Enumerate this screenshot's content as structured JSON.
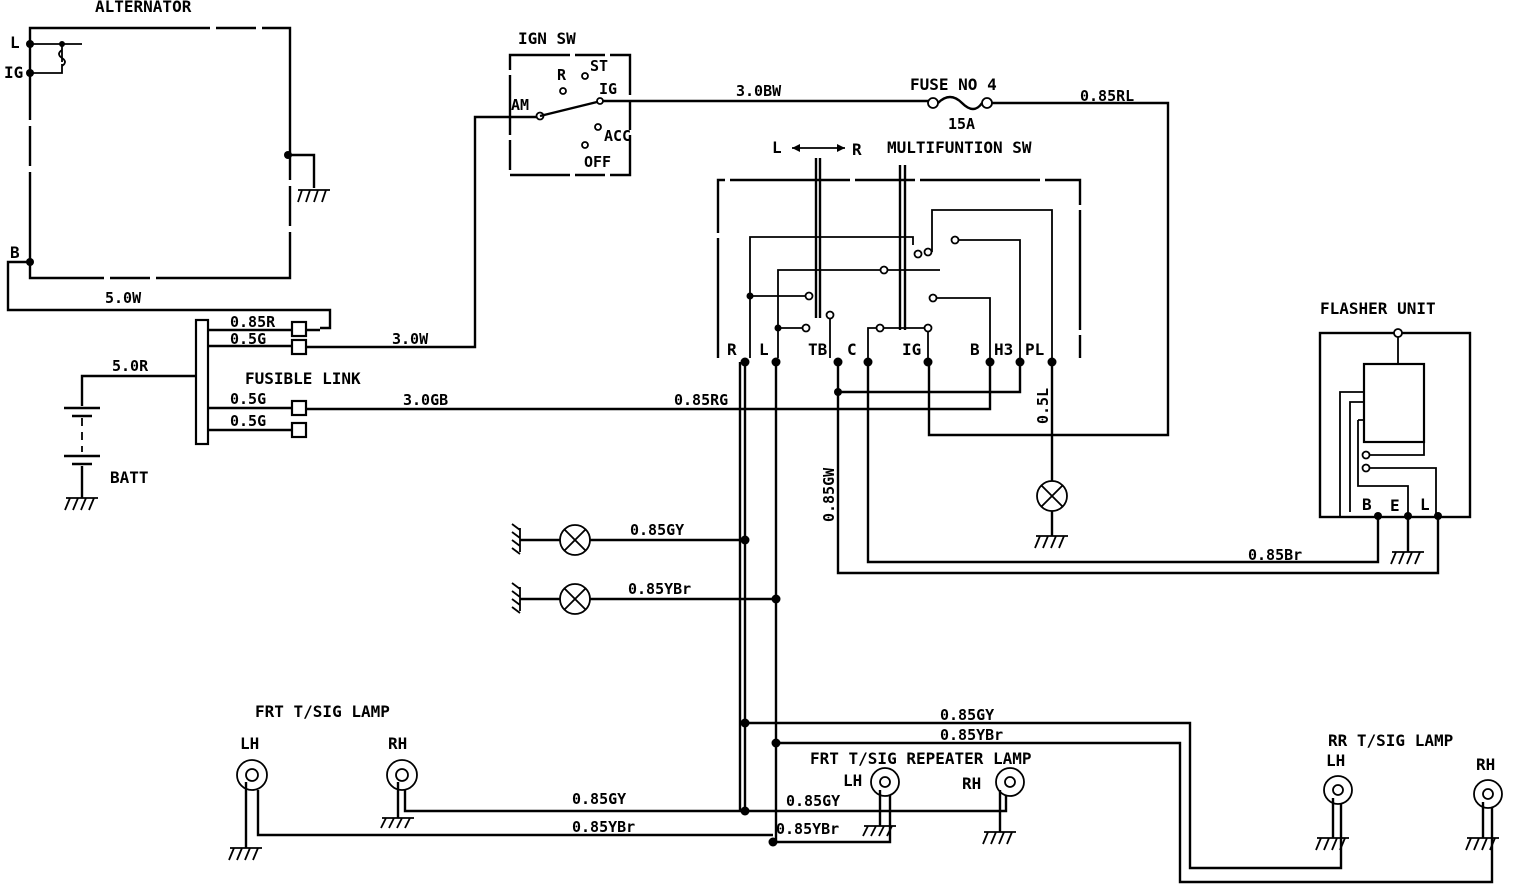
{
  "components": {
    "alternator": {
      "title": "ALTERNATOR",
      "terminals": [
        "L",
        "IG",
        "B"
      ]
    },
    "ign_sw": {
      "title": "IGN SW",
      "positions": [
        "R",
        "ST",
        "AM",
        "IG",
        "ACC",
        "OFF"
      ]
    },
    "fuse": {
      "title": "FUSE NO 4",
      "rating": "15A"
    },
    "multifunction_sw": {
      "title": "MULTIFUNTION SW",
      "direction_left": "L",
      "direction_right": "R",
      "terminals": [
        "R",
        "L",
        "TB",
        "C",
        "IG",
        "B",
        "H3",
        "PL"
      ]
    },
    "fusible_link": {
      "title": "FUSIBLE LINK"
    },
    "battery": {
      "title": "BATT"
    },
    "flasher": {
      "title": "FLASHER UNIT",
      "terminals": [
        "B",
        "E",
        "L"
      ]
    },
    "frt_lamp": {
      "title": "FRT T/SIG LAMP",
      "lh": "LH",
      "rh": "RH"
    },
    "repeater_lamp": {
      "title": "FRT T/SIG REPEATER LAMP",
      "lh": "LH",
      "rh": "RH"
    },
    "rr_lamp": {
      "title": "RR T/SIG LAMP",
      "lh": "LH",
      "rh": "RH"
    }
  },
  "wires": {
    "w_50W": "5.0W",
    "w_085R": "0.85R",
    "w_05G_a": "0.5G",
    "w_30W": "3.0W",
    "w_50R": "5.0R",
    "w_05G_b": "0.5G",
    "w_05G_c": "0.5G",
    "w_30GB": "3.0GB",
    "w_085RG": "0.85RG",
    "w_30BW": "3.0BW",
    "w_085RL": "0.85RL",
    "w_05L": "0.5L",
    "w_085GW": "0.85GW",
    "w_085Br": "0.85Br",
    "w_085GY_a": "0.85GY",
    "w_085YBr_a": "0.85YBr",
    "w_085GY_b": "0.85GY",
    "w_085YBr_b": "0.85YBr",
    "w_085GY_c": "0.85GY",
    "w_085YBr_c": "0.85YBr",
    "w_085GY_d": "0.85GY",
    "w_085YBr_d": "0.85YBr"
  }
}
